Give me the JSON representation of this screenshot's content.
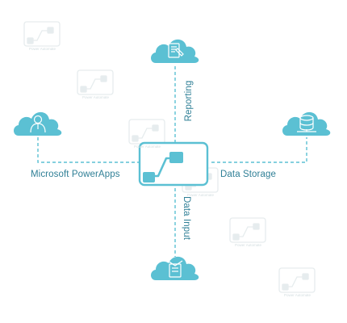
{
  "colors": {
    "accent": "#5bc0d3",
    "line": "#5bc0d3",
    "label": "#2f7f96",
    "faint": "#e3eaec"
  },
  "center": {
    "icon": "power-automate-logo"
  },
  "nodes": {
    "top": {
      "icon": "report-document-icon",
      "label": "Reporting"
    },
    "left": {
      "icon": "user-person-icon",
      "label": "Microsoft PowerApps"
    },
    "right": {
      "icon": "database-storage-icon",
      "label": "Data Storage"
    },
    "bottom": {
      "icon": "data-entry-form-icon",
      "label": "Data Input"
    }
  },
  "background_watermarks": {
    "icon": "power-automate-logo",
    "caption": "Power Automate"
  }
}
